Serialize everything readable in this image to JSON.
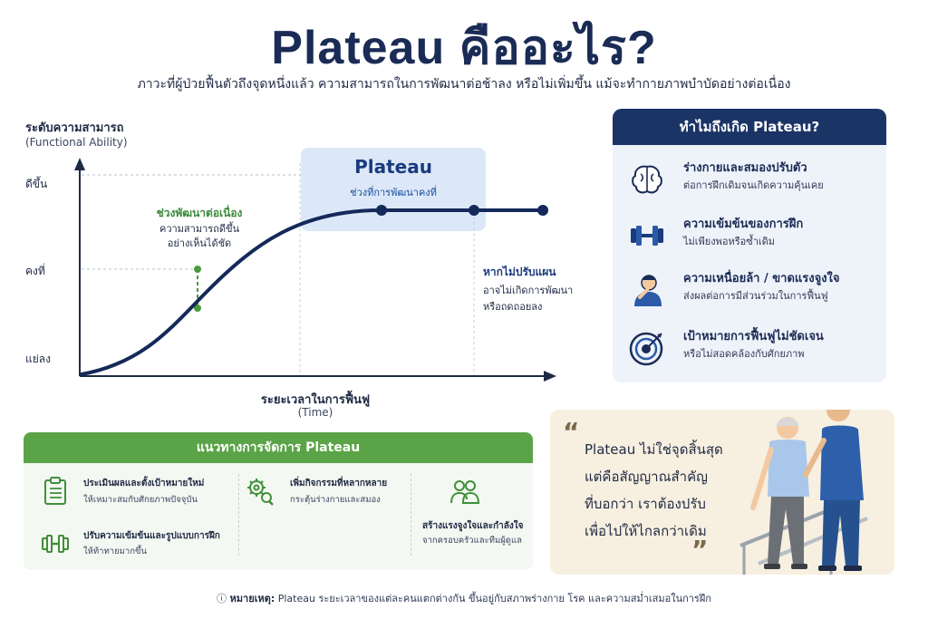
{
  "header": {
    "title": "Plateau คืออะไร?",
    "subtitle": "ภาวะที่ผู้ป่วยฟื้นตัวถึงจุดหนึ่งแล้ว ความสามารถในการพัฒนาต่อช้าลง หรือไม่เพิ่มขึ้น แม้จะทำกายภาพบำบัดอย่างต่อเนื่อง"
  },
  "chart": {
    "y_title": "ระดับความสามารถ",
    "y_sub": "(Functional Ability)",
    "y_ticks": [
      "ดีขึ้น",
      "คงที่",
      "แย่ลง"
    ],
    "x_title": "ระยะเวลาในการฟื้นฟู",
    "x_sub": "(Time)",
    "plateau_title": "Plateau",
    "plateau_sub": "ช่วงที่การพัฒนาคงที่",
    "dev_title": "ช่วงพัฒนาต่อเนื่อง",
    "dev_line1": "ความสามารถดีขึ้น",
    "dev_line2": "อย่างเห็นได้ชัด",
    "noadj_title": "หากไม่ปรับแผน",
    "noadj_line1": "อาจไม่เกิดการพัฒนา",
    "noadj_line2": "หรือถดถอยลง",
    "colors": {
      "curve": "#15295a",
      "accent": "#4a9a3f",
      "plateau_bg": "#dce8f8"
    }
  },
  "why": {
    "title": "ทำไมถึงเกิด Plateau?",
    "items": [
      {
        "icon": "brain-icon",
        "main": "ร่างกายและสมองปรับตัว",
        "desc": "ต่อการฝึกเดิมจนเกิดความคุ้นเคย"
      },
      {
        "icon": "dumbbell-icon",
        "main": "ความเข้มข้นของการฝึก",
        "desc": "ไม่เพียงพอหรือซ้ำเดิม"
      },
      {
        "icon": "tired-person-icon",
        "main": "ความเหนื่อยล้า / ขาดแรงจูงใจ",
        "desc": "ส่งผลต่อการมีส่วนร่วมในการฟื้นฟู"
      },
      {
        "icon": "target-icon",
        "main": "เป้าหมายการฟื้นฟูไม่ชัดเจน",
        "desc": "หรือไม่สอดคล้องกับศักยภาพ"
      }
    ]
  },
  "guide": {
    "title": "แนวทางการจัดการ Plateau",
    "items": [
      {
        "icon": "clipboard-icon",
        "main": "ประเมินผลและตั้งเป้าหมายใหม่",
        "desc": "ให้เหมาะสมกับศักยภาพปัจจุบัน"
      },
      {
        "icon": "dumbbell-icon",
        "main": "ปรับความเข้มข้นและรูปแบบการฝึก",
        "desc": "ให้ท้าทายมากขึ้น"
      },
      {
        "icon": "gears-icon",
        "main": "เพิ่มกิจกรรมที่หลากหลาย",
        "desc": "กระตุ้นร่างกายและสมอง"
      },
      {
        "icon": "people-icon",
        "main": "สร้างแรงจูงใจและกำลังใจ",
        "desc": "จากครอบครัวและทีมผู้ดูแล"
      }
    ]
  },
  "quote": {
    "open": "“",
    "close": "”",
    "lines": [
      "Plateau ไม่ใช่จุดสิ้นสุด",
      "แต่คือสัญญาณสำคัญ",
      "ที่บอกว่า เราต้องปรับ",
      "เพื่อไปให้ไกลกว่าเดิม"
    ]
  },
  "note": {
    "label": "หมายเหตุ:",
    "text": "Plateau ระยะเวลาของแต่ละคนแตกต่างกัน ขึ้นอยู่กับสภาพร่างกาย โรค และความสม่ำเสมอในการฝึก"
  }
}
